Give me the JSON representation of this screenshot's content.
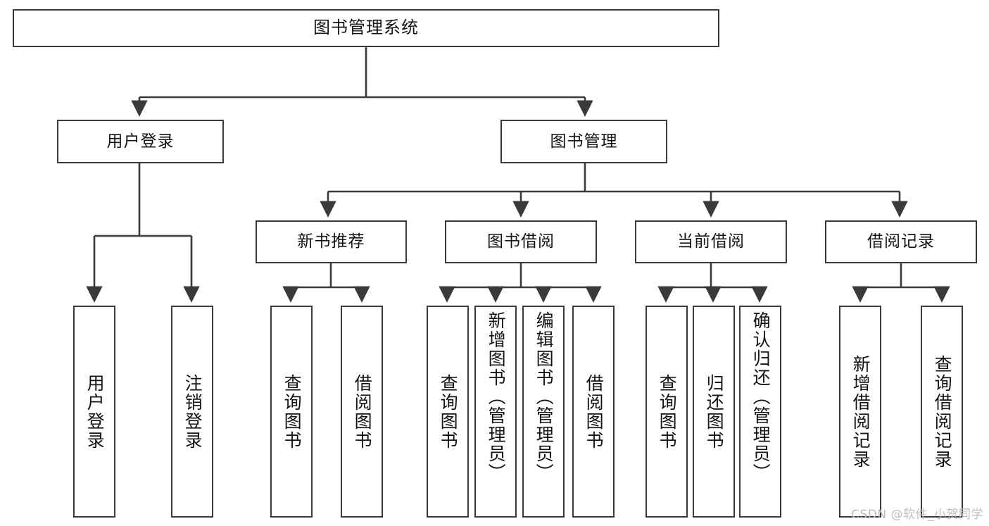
{
  "diagram": {
    "title": "图书管理系统",
    "watermark": "CSDN @软件_小贺同学",
    "stroke_color": "#3a3a3a",
    "text_color": "#141414",
    "background": "#ffffff",
    "type": "tree",
    "root": {
      "id": "root",
      "label": "图书管理系统"
    },
    "level2": [
      {
        "id": "user-login",
        "label": "用户登录"
      },
      {
        "id": "book-manage",
        "label": "图书管理"
      }
    ],
    "level3": [
      {
        "id": "new-book-recommend",
        "label": "新书推荐",
        "parent": "book-manage"
      },
      {
        "id": "book-borrow",
        "label": "图书借阅",
        "parent": "book-manage"
      },
      {
        "id": "current-borrow",
        "label": "当前借阅",
        "parent": "book-manage"
      },
      {
        "id": "borrow-record",
        "label": "借阅记录",
        "parent": "book-manage"
      }
    ],
    "leaves": [
      {
        "id": "leaf-user-login",
        "label": "用户登录",
        "parent": "user-login"
      },
      {
        "id": "leaf-user-logout",
        "label": "注销登录",
        "parent": "user-login"
      },
      {
        "id": "leaf-query-book-1",
        "label": "查询图书",
        "parent": "new-book-recommend"
      },
      {
        "id": "leaf-borrow-book-1",
        "label": "借阅图书",
        "parent": "new-book-recommend"
      },
      {
        "id": "leaf-query-book-2",
        "label": "查询图书",
        "parent": "book-borrow"
      },
      {
        "id": "leaf-add-book",
        "label": "新增图书（管理员）",
        "parent": "book-borrow"
      },
      {
        "id": "leaf-edit-book",
        "label": "编辑图书（管理员）",
        "parent": "book-borrow"
      },
      {
        "id": "leaf-borrow-book-2",
        "label": "借阅图书",
        "parent": "book-borrow"
      },
      {
        "id": "leaf-query-book-3",
        "label": "查询图书",
        "parent": "current-borrow"
      },
      {
        "id": "leaf-return-book",
        "label": "归还图书",
        "parent": "current-borrow"
      },
      {
        "id": "leaf-confirm-return",
        "label": "确认归还（管理员）",
        "parent": "current-borrow"
      },
      {
        "id": "leaf-add-record",
        "label": "新增借阅记录",
        "parent": "borrow-record"
      },
      {
        "id": "leaf-query-record",
        "label": "查询借阅记录",
        "parent": "borrow-record"
      }
    ]
  }
}
